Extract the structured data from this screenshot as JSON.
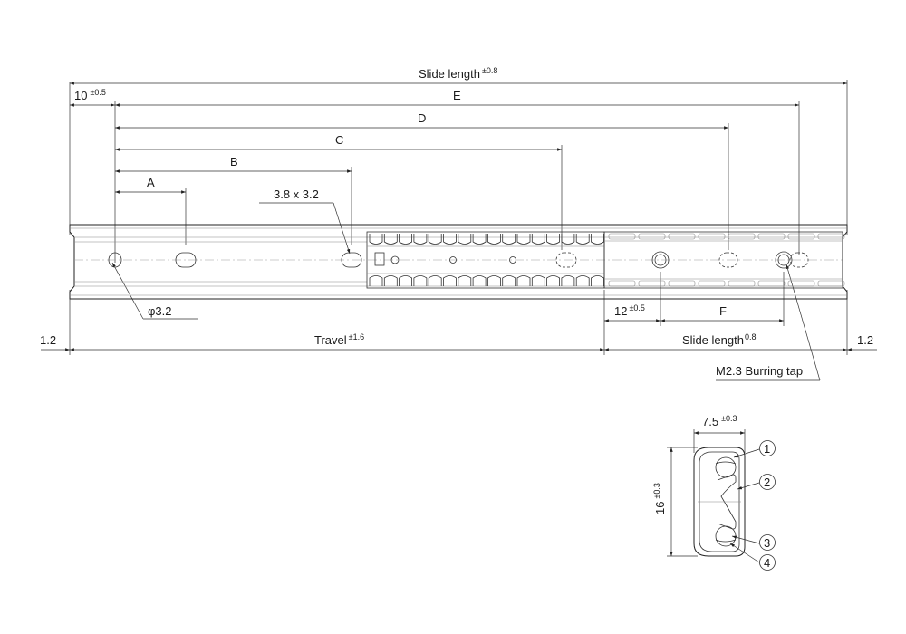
{
  "dimensions": {
    "slide_length_top": {
      "label": "Slide length",
      "tol": "±0.8"
    },
    "front_offset": {
      "label": "10",
      "tol": "±0.5"
    },
    "E": "E",
    "D": "D",
    "C": "C",
    "B": "B",
    "A": "A",
    "slot": "3.8 x 3.2",
    "hole_dia": "φ3.2",
    "end_left": "1.2",
    "travel": {
      "label": "Travel",
      "tol": "±1.6"
    },
    "end_offset": {
      "label": "12",
      "tol": "±0.5"
    },
    "F": "F",
    "slide_length_bottom": {
      "label": "Slide length",
      "tol": "0.8"
    },
    "end_right": "1.2",
    "tap": "M2.3 Burring tap"
  },
  "section": {
    "width": {
      "label": "7.5",
      "tol": "±0.3"
    },
    "height": {
      "label": "16",
      "tol": "±0.3"
    },
    "callouts": [
      "1",
      "2",
      "3",
      "4"
    ]
  }
}
